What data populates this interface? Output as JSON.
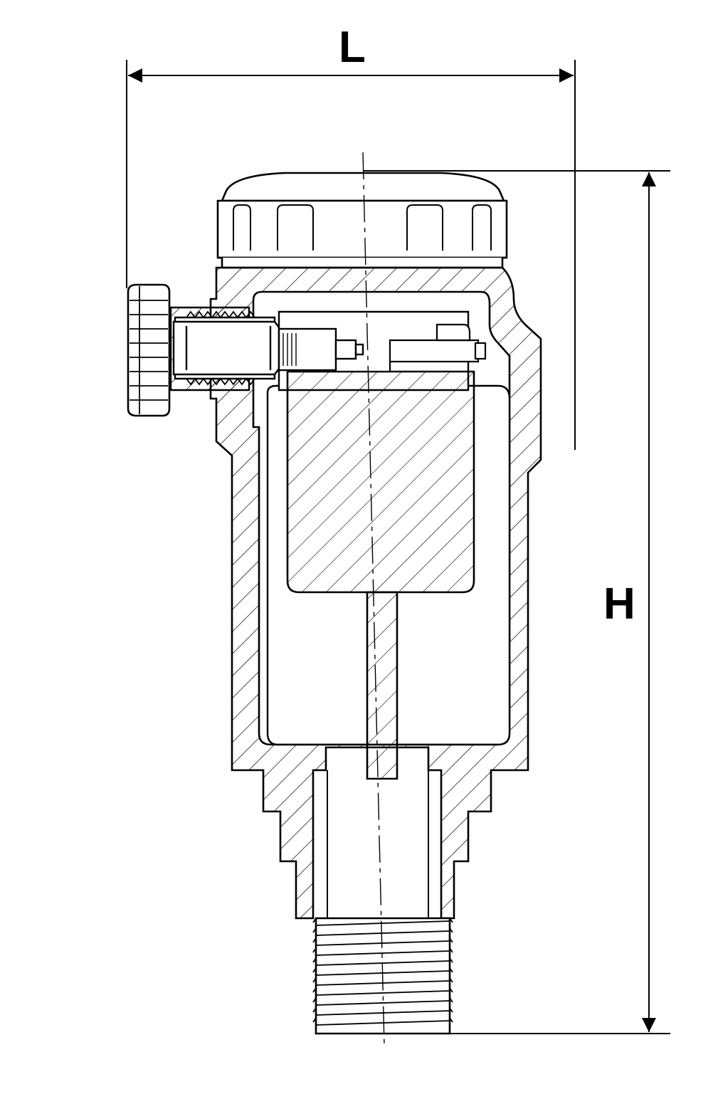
{
  "dimensions": {
    "length_label": "L",
    "height_label": "H"
  },
  "colors": {
    "line": "#000000",
    "background": "#ffffff",
    "hatch": "#000000"
  },
  "parts": [
    "cap",
    "body",
    "float",
    "float-stem",
    "vent-valve",
    "knurled-knob",
    "threaded-connector"
  ]
}
